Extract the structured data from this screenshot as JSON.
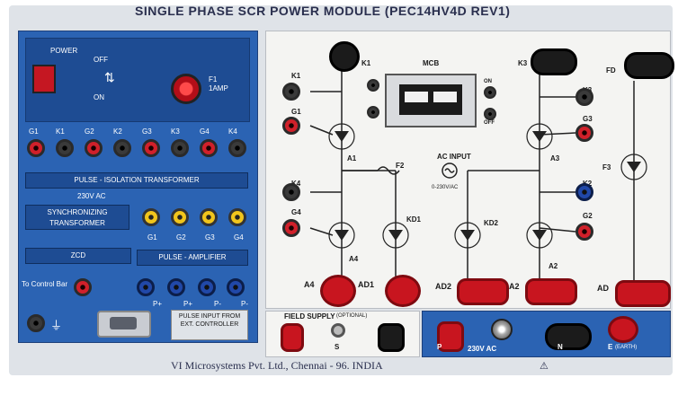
{
  "title": "SINGLE PHASE SCR POWER MODULE (PEC14HV4D REV1)",
  "footer": "VI Microsystems Pvt. Ltd., Chennai - 96. INDIA",
  "power": {
    "label": "POWER",
    "off": "OFF",
    "on": "ON",
    "fuse": "F1",
    "fuse_rating": "1AMP"
  },
  "gate_row": {
    "labels": [
      "G1",
      "K1",
      "G2",
      "K2",
      "G3",
      "K3",
      "G4",
      "K4"
    ]
  },
  "blocks": {
    "pulse_isolation": "PULSE - ISOLATION TRANSFORMER",
    "ac230": "230V AC",
    "sync": "SYNCHRONIZING TRANSFORMER",
    "zcd": "ZCD",
    "pulse_amp": "PULSE - AMPLIFIER",
    "control_bar": "To Control Bar",
    "pulse_input": "PULSE INPUT FROM EXT. CONTROLLER"
  },
  "amp_labels": [
    "G1",
    "G2",
    "G3",
    "G4"
  ],
  "pulse_labels": [
    "P+",
    "P+",
    "P-",
    "P-"
  ],
  "power_circuit": {
    "k1": "K1",
    "g1": "G1",
    "k1_top": "K1",
    "mcb": "MCB",
    "k3": "K3",
    "k3_small": "K3",
    "g3": "G3",
    "f2": "F2",
    "fd": "FD",
    "f3": "F3",
    "ac_input": "AC INPUT",
    "ac_value": "0-230V/AC",
    "k4": "K4",
    "g4": "G4",
    "k2": "K2",
    "g2": "G2",
    "a1": "A1",
    "a3": "A3",
    "a4": "A4",
    "a2": "A2",
    "kd1": "KD1",
    "kd2": "KD2",
    "term_a4": "A4",
    "term_ad1": "AD1",
    "term_ad2": "AD2",
    "term_a2": "A2",
    "term_ad": "AD",
    "mcb_on": "ON",
    "mcb_off": "OFF"
  },
  "field_supply": {
    "label": "FIELD SUPPLY",
    "note": "(OPTIONAL)",
    "s": "S"
  },
  "ac_panel": {
    "p": "P",
    "ac": "230V AC",
    "n": "N",
    "e": "E",
    "earth": "(EARTH)"
  },
  "colors": {
    "panel_blue": "#2b63b3",
    "jack_red": "#d0202a",
    "jack_yellow": "#f1c51c"
  }
}
